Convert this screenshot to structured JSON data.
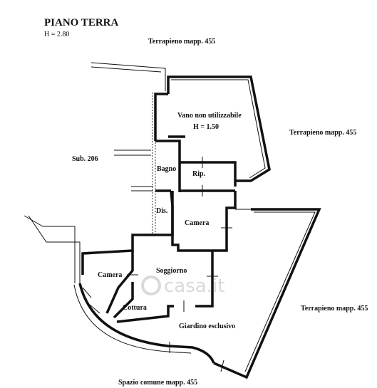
{
  "title": "PIANO TERRA",
  "height_note": "H = 2.80",
  "labels": {
    "terrapieno_top": "Terrapieno mapp. 455",
    "terrapieno_right": "Terrapieno mapp. 455",
    "terrapieno_bottom_right": "Terrapieno mapp. 455",
    "sub206": "Sub. 206",
    "vano": "Vano non utilizzabile",
    "vano_h": "H = 1.50",
    "bagno": "Bagno",
    "rip": "Rip.",
    "dis": "Dis.",
    "camera_right": "Camera",
    "camera_left": "Camera",
    "soggiorno": "Soggiorno",
    "cottura": "Cottura",
    "giardino": "Giardino esclusivo",
    "spazio_comune": "Spazio comune mapp. 455"
  },
  "watermark": "casa.it"
}
